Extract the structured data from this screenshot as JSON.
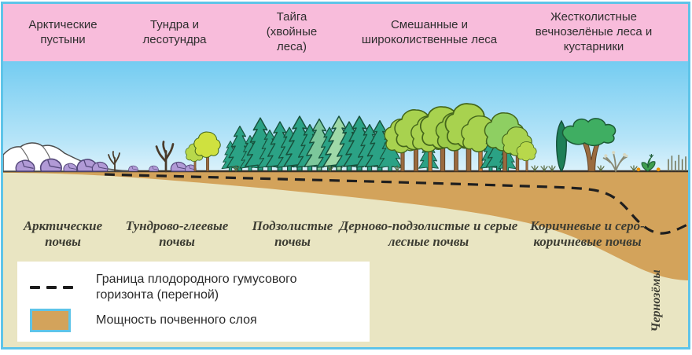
{
  "header": {
    "zones": [
      {
        "label": "Арктические пустыни"
      },
      {
        "label": "Тундра и лесотундра"
      },
      {
        "label": "Тайга (хвойные леса)"
      },
      {
        "label": "Смешанные и широколиственные леса"
      },
      {
        "label": "Жестколистные вечнозелёные леса и кустарники"
      }
    ]
  },
  "soils": {
    "labels": [
      {
        "label": "Арктические почвы"
      },
      {
        "label": "Тундрово-глеевые почвы"
      },
      {
        "label": "Подзолистые почвы"
      },
      {
        "label": "Дерново-подзолистые и серые лесные почвы"
      },
      {
        "label": "Коричневые и серо-коричневые почвы"
      }
    ],
    "chernozem": "Чернозёмы"
  },
  "legend": {
    "humus_boundary_label": "Граница плодородного гумусового горизонта (перегной)",
    "soil_thickness_label": "Мощность почвенного слоя"
  },
  "colors": {
    "header_pink": "#f8bcdb",
    "sky_top": "#74ccf1",
    "sky_bottom": "#dcf2fb",
    "soil_brown": "#d3a35b",
    "subsoil_khaki": "#e9e5c2",
    "frame_blue": "#5ec4e9",
    "surface_line": "#3c3228",
    "humus_line": "#1f1f1f",
    "conifer_green": "#2ba285",
    "deciduous_green": "#a8d24f",
    "text_dark": "#333333",
    "soil_text": "#3d3d33"
  }
}
